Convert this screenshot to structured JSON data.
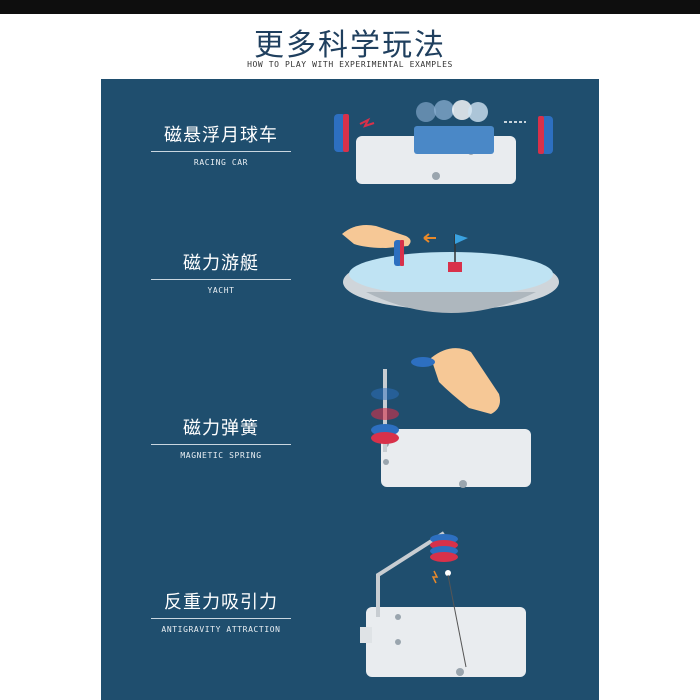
{
  "header": {
    "title": "更多科学玩法",
    "subtitle": "HOW TO PLAY WITH EXPERIMENTAL EXAMPLES"
  },
  "sections": [
    {
      "title_cn": "磁悬浮月球车",
      "title_en": "RACING CAR",
      "illustration": "racing-car-illustration"
    },
    {
      "title_cn": "磁力游艇",
      "title_en": "YACHT",
      "illustration": "yacht-illustration"
    },
    {
      "title_cn": "磁力弹簧",
      "title_en": "MAGNETIC SPRING",
      "illustration": "magnetic-spring-illustration"
    },
    {
      "title_cn": "反重力吸引力",
      "title_en": "ANTIGRAVITY ATTRACTION",
      "illustration": "antigravity-illustration"
    }
  ],
  "colors": {
    "panel": "#1f4e6e",
    "title": "#1f3f5e",
    "base_plate": "#e9ecef",
    "magnet_red": "#d8314a",
    "magnet_blue": "#2d6fc0",
    "water": "#bfe3f3",
    "skin": "#f6c896"
  }
}
